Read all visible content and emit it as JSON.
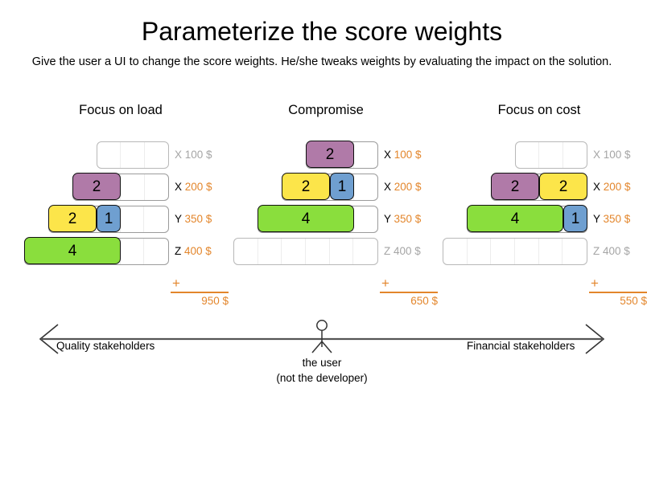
{
  "slide": {
    "title": "Parameterize the score weights",
    "subtitle": "Give the user a UI to change the score weights. He/she tweaks weights by evaluating the impact on the solution."
  },
  "colors": {
    "purple": "#b07aa8",
    "yellow": "#fce54a",
    "blue": "#6f9fd0",
    "green": "#8ade3d",
    "orange": "#e3862c",
    "inactive_text": "#a5a5a5",
    "track_border": "#9b9b9b"
  },
  "columns": [
    {
      "header": "Focus on load",
      "rows": [
        {
          "cells": 3,
          "active": false,
          "letter": "X",
          "amount": "100 $",
          "segments": []
        },
        {
          "cells": 4,
          "active": true,
          "letter": "X",
          "amount": "200 $",
          "segments": [
            {
              "value": "2",
              "span": 2,
              "color": "purple"
            }
          ]
        },
        {
          "cells": 5,
          "active": true,
          "letter": "Y",
          "amount": "350 $",
          "segments": [
            {
              "value": "2",
              "span": 2,
              "color": "yellow"
            },
            {
              "value": "1",
              "span": 1,
              "color": "blue"
            }
          ]
        },
        {
          "cells": 6,
          "active": true,
          "letter": "Z",
          "amount": "400 $",
          "segments": [
            {
              "value": "4",
              "span": 4,
              "color": "green"
            }
          ]
        }
      ],
      "sum": {
        "operator": "+",
        "total": "950 $"
      }
    },
    {
      "header": "Compromise",
      "rows": [
        {
          "cells": 3,
          "active": true,
          "letter": "X",
          "amount": "100 $",
          "segments": [
            {
              "value": "2",
              "span": 2,
              "color": "purple"
            }
          ]
        },
        {
          "cells": 4,
          "active": true,
          "letter": "X",
          "amount": "200 $",
          "segments": [
            {
              "value": "2",
              "span": 2,
              "color": "yellow"
            },
            {
              "value": "1",
              "span": 1,
              "color": "blue"
            }
          ]
        },
        {
          "cells": 5,
          "active": true,
          "letter": "Y",
          "amount": "350 $",
          "segments": [
            {
              "value": "4",
              "span": 4,
              "color": "green"
            }
          ]
        },
        {
          "cells": 6,
          "active": false,
          "letter": "Z",
          "amount": "400 $",
          "segments": []
        }
      ],
      "sum": {
        "operator": "+",
        "total": "650 $"
      }
    },
    {
      "header": "Focus on cost",
      "rows": [
        {
          "cells": 3,
          "active": false,
          "letter": "X",
          "amount": "100 $",
          "segments": []
        },
        {
          "cells": 4,
          "active": true,
          "letter": "X",
          "amount": "200 $",
          "segments": [
            {
              "value": "2",
              "span": 2,
              "color": "purple"
            },
            {
              "value": "2",
              "span": 2,
              "color": "yellow"
            }
          ]
        },
        {
          "cells": 5,
          "active": true,
          "letter": "Y",
          "amount": "350 $",
          "segments": [
            {
              "value": "4",
              "span": 4,
              "color": "green"
            },
            {
              "value": "1",
              "span": 1,
              "color": "blue"
            }
          ]
        },
        {
          "cells": 6,
          "active": false,
          "letter": "Z",
          "amount": "400 $",
          "segments": []
        }
      ],
      "sum": {
        "operator": "+",
        "total": "550 $"
      }
    }
  ],
  "axis": {
    "left_label": "Quality stakeholders",
    "right_label": "Financial stakeholders",
    "user_caption_line1": "the user",
    "user_caption_line2": "(not the developer)"
  }
}
